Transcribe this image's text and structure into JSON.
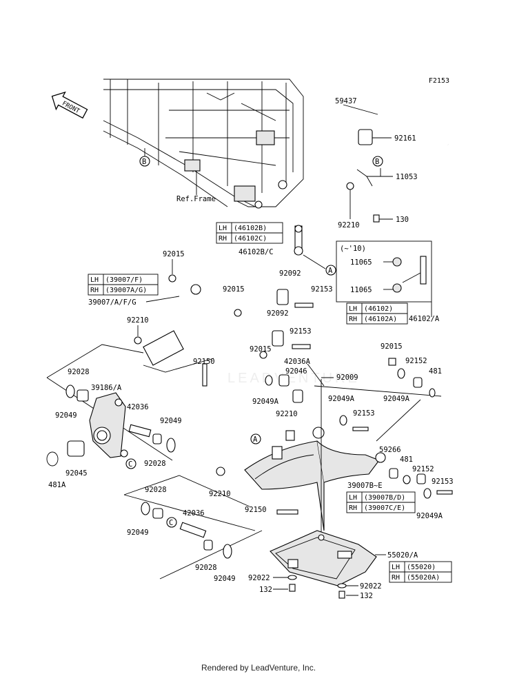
{
  "diagram_code": "F2153",
  "front_label": "FRONT",
  "ref_frame": "Ref.Frame",
  "footer": "Rendered by LeadVenture, Inc.",
  "watermark": "LEADVENTURE",
  "parts": {
    "p59437": "59437",
    "p92161": "92161",
    "p11053": "11053",
    "p130": "130",
    "p92210_top": "92210",
    "p46102bc": "46102B/C",
    "p11065_a": "11065",
    "p11065_b": "11065",
    "p46102a": "46102/A",
    "p92015_a": "92015",
    "p92092_a": "92092",
    "p92153_a": "92153",
    "p92015_b": "92015",
    "p39007": "39007/A/F/G",
    "p92092_b": "92092",
    "p92153_b": "92153",
    "p92210_left": "92210",
    "p92015_c": "92015",
    "p92150_a": "92150",
    "p42036a": "42036A",
    "p92046": "92046",
    "p92009": "92009",
    "p92015_d": "92015",
    "p92152_a": "92152",
    "p481_a": "481",
    "p92049a_a": "92049A",
    "p92049a_b": "92049A",
    "p92049a_c": "92049A",
    "p92028_a": "92028",
    "p39186": "39186/A",
    "p92049_a": "92049",
    "p42036_a": "42036",
    "p92049_b": "92049",
    "p92028_b": "92028",
    "p92045": "92045",
    "p481a": "481A",
    "p92210_mid": "92210",
    "p92153_c": "92153",
    "p59266": "59266",
    "p481_b": "481",
    "p92152_b": "92152",
    "p92153_d": "92153",
    "p39007be": "39007B~E",
    "p92049a_d": "92049A",
    "p92210_low": "92210",
    "p92150_b": "92150",
    "p92028_c": "92028",
    "p92049_c": "92049",
    "p42036_b": "42036",
    "p92028_d": "92028",
    "p92049_d": "92049",
    "p55020": "55020/A",
    "p92022_a": "92022",
    "p132_a": "132",
    "p92022_b": "92022",
    "p132_b": "132"
  },
  "callouts": {
    "b": "B",
    "a": "A",
    "c": "C"
  },
  "year_note": "(~'10)",
  "tables": {
    "t46102bc": {
      "lh": "LH",
      "lh_val": "(46102B)",
      "rh": "RH",
      "rh_val": "(46102C)"
    },
    "t46102": {
      "lh": "LH",
      "lh_val": "(46102)",
      "rh": "RH",
      "rh_val": "(46102A)"
    },
    "t39007": {
      "lh": "LH",
      "lh_val": "(39007/F)",
      "rh": "RH",
      "rh_val": "(39007A/G)"
    },
    "t39007b": {
      "lh": "LH",
      "lh_val": "(39007B/D)",
      "rh": "RH",
      "rh_val": "(39007C/E)"
    },
    "t55020": {
      "lh": "LH",
      "lh_val": "(55020)",
      "rh": "RH",
      "rh_val": "(55020A)"
    }
  }
}
